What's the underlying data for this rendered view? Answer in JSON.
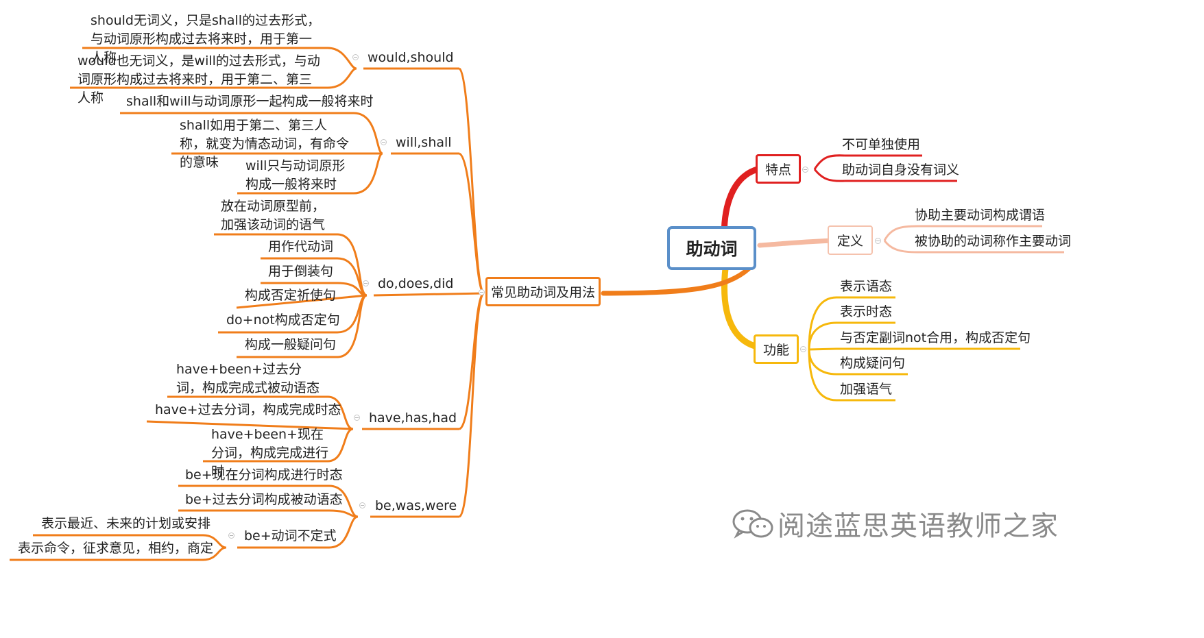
{
  "root": {
    "label": "助动词"
  },
  "right": {
    "tedian": {
      "label": "特点",
      "items": [
        "不可单独使用",
        "助动词自身没有词义"
      ]
    },
    "dingyi": {
      "label": "定义",
      "items": [
        "协助主要动词构成谓语",
        "被协助的动词称作主要动词"
      ]
    },
    "gongneng": {
      "label": "功能",
      "items": [
        "表示语态",
        "表示时态",
        "与否定副词not合用，构成否定句",
        "构成疑问句",
        "加强语气"
      ]
    }
  },
  "left": {
    "hub": {
      "label": "常见助动词及用法"
    },
    "would_should": {
      "label": "would,should",
      "items": [
        "should无词义，只是shall的过去形式，与动词原形构成过去将来时，用于第一人称",
        "would也无词义，是will的过去形式，与动词原形构成过去将来时，用于第二、第三人称"
      ]
    },
    "will_shall": {
      "label": "will,shall",
      "items": [
        "shall和will与动词原形一起构成一般将来时",
        "shall如用于第二、第三人称，就变为情态动词，有命令的意味",
        "will只与动词原形构成一般将来时"
      ]
    },
    "do_does_did": {
      "label": "do,does,did",
      "items": [
        "放在动词原型前，加强该动词的语气",
        "用作代动词",
        "用于倒装句",
        "构成否定祈使句",
        "do+not构成否定句",
        "构成一般疑问句"
      ]
    },
    "have_has_had": {
      "label": "have,has,had",
      "items": [
        "have+been+过去分词，构成完成式被动语态",
        "have+过去分词，构成完成时态",
        "have+been+现在分词，构成完成进行时"
      ]
    },
    "be_was_were": {
      "label": "be,was,were",
      "items": [
        "be+现在分词构成进行时态",
        "be+过去分词构成被动语态"
      ],
      "sub": {
        "label": "be+动词不定式",
        "items": [
          "表示最近、未来的计划或安排",
          "表示命令，征求意见，相约，商定"
        ]
      }
    }
  },
  "watermark": {
    "text": "阅途蓝思英语教师之家",
    "icon": "wechat-icon"
  },
  "colors": {
    "orange": "#f07d1a",
    "red": "#e02020",
    "salmon": "#f5b9a0",
    "yellow": "#f6b80c",
    "blue": "#5a8fc9"
  }
}
